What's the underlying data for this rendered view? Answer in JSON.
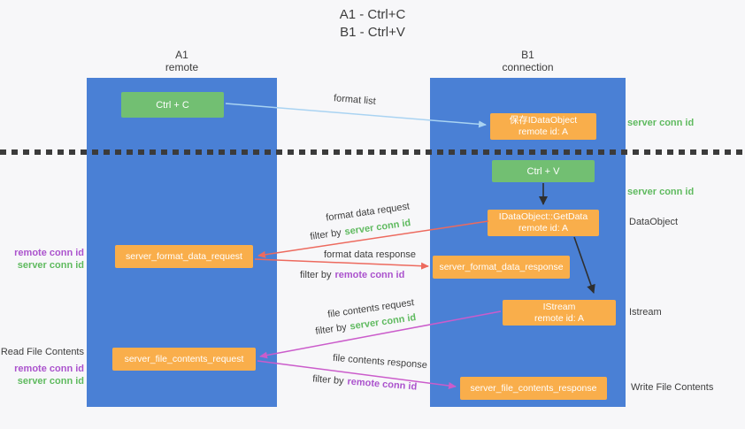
{
  "title": {
    "line1": "A1 - Ctrl+C",
    "line2": "B1 - Ctrl+V"
  },
  "columns": {
    "left": {
      "name": "A1",
      "role": "remote"
    },
    "right": {
      "name": "B1",
      "role": "connection"
    }
  },
  "nodes": {
    "ctrl_c": {
      "label": "Ctrl + C"
    },
    "save_idataobject": {
      "line1": "保存IDataObject",
      "line2": "remote id: A"
    },
    "ctrl_v": {
      "label": "Ctrl + V"
    },
    "getdata": {
      "line1": "IDataObject::GetData",
      "line2": "remote id: A"
    },
    "server_format_data_request": {
      "label": "server_format_data_request"
    },
    "server_format_data_response": {
      "label": "server_format_data_response"
    },
    "istream": {
      "line1": "IStream",
      "line2": "remote id: A"
    },
    "server_file_contents_request": {
      "label": "server_file_contents_request"
    },
    "server_file_contents_response": {
      "label": "server_file_contents_response"
    }
  },
  "arrow_labels": {
    "format_list": "format list",
    "format_data_request": "format data request",
    "format_data_response": "format data response",
    "file_contents_request": "file contents request",
    "file_contents_response": "file contents response",
    "filter_by": "filter by",
    "server_conn_id": "server conn id",
    "remote_conn_id": "remote conn id"
  },
  "side_labels": {
    "server_conn_id_top": "server conn id",
    "server_conn_id_mid": "server conn id",
    "dataobject": "DataObject",
    "istream": "Istream",
    "read_file_contents": "Read File Contents",
    "write_file_contents": "Write File Contents",
    "left_remote_conn_id_1": "remote conn id",
    "left_server_conn_id_1": "server conn id",
    "left_remote_conn_id_2": "remote conn id",
    "left_server_conn_id_2": "server conn id"
  },
  "colors": {
    "column_blue": "#4a80d5",
    "node_green": "#72bf72",
    "node_orange": "#f9ae4b",
    "arrow_lightblue": "#a9d3f2",
    "arrow_black": "#2f2f2f",
    "arrow_red": "#ed6a5e",
    "arrow_magenta": "#cb5ccb",
    "text_green": "#5fba5f",
    "text_purple": "#ab53cd",
    "text_dark": "#3d3d3d"
  }
}
